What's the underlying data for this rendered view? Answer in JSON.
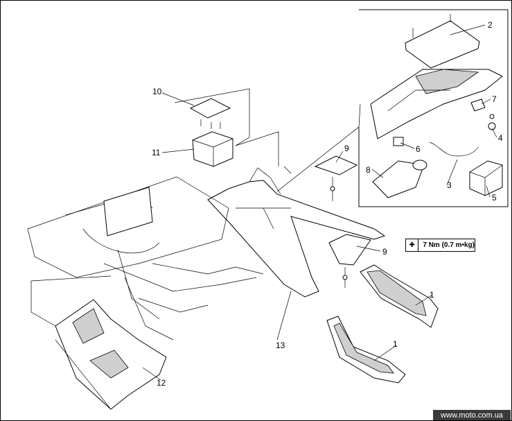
{
  "diagram": {
    "callouts": {
      "c1a": "1",
      "c1b": "1",
      "c2": "2",
      "c3": "3",
      "c4": "4",
      "c5": "5",
      "c6": "6",
      "c7": "7",
      "c8": "8",
      "c9a": "9",
      "c9b": "9",
      "c10": "10",
      "c11": "11",
      "c12": "12",
      "c13": "13"
    },
    "torque_spec": "7 Nm (0.7 m•kg)",
    "torque_icon": "wrench-icon"
  },
  "watermark": "www.moto.com.ua"
}
